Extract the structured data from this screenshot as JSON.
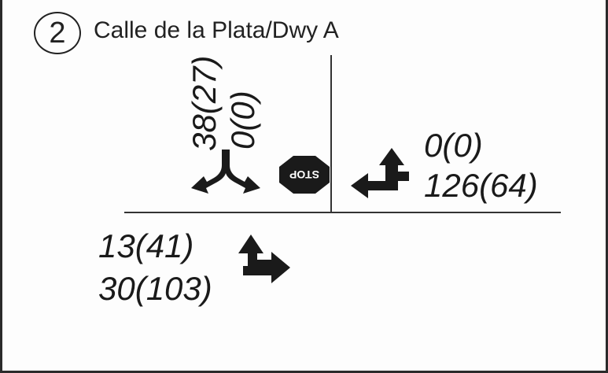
{
  "intersection": {
    "number": "2",
    "name": "Calle de la Plata/Dwy A"
  },
  "southbound": {
    "left_volume": "38(27)",
    "right_volume": "0(0)",
    "movement_icon": "left-right-turn-arrow-icon"
  },
  "westbound": {
    "through_volume": "0(0)",
    "left_volume": "126(64)",
    "movement_icon": "left-through-arrow-icon"
  },
  "eastbound": {
    "through_volume": "13(41)",
    "right_volume": "30(103)",
    "movement_icon": "through-right-arrow-icon"
  },
  "control": {
    "sign_text": "STOP",
    "sign_icon": "stop-sign-icon",
    "color": "#1a1a1a"
  }
}
